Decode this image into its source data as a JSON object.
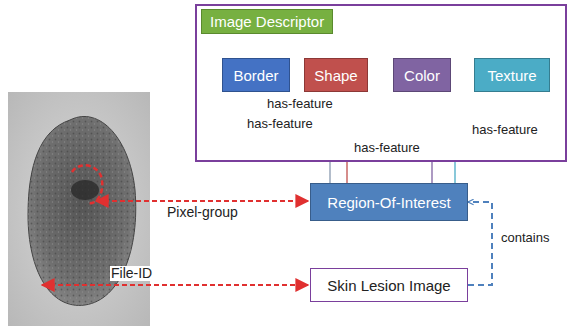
{
  "diagram": {
    "nodes": [
      {
        "text": [
          "Image Descriptor"
        ]
      },
      {
        "text": [
          "Border"
        ],
        "in": 0
      },
      {
        "text": [
          "Shape"
        ],
        "in": 0
      },
      {
        "text": [
          "Color"
        ],
        "in": 0
      },
      {
        "text": [
          "Texture"
        ],
        "in": 0
      },
      {
        "text": [
          "Region-Of-Interest"
        ]
      },
      {
        "text": [
          "Skin Lesion Image"
        ]
      }
    ],
    "edges": [
      {
        "from": 5,
        "to": 1,
        "label": "has-feature",
        "arrow": "to"
      },
      {
        "from": 5,
        "to": 2,
        "label": "has-feature",
        "arrow": "to"
      },
      {
        "from": 5,
        "to": 3,
        "label": "has-feature",
        "arrow": "to"
      },
      {
        "from": 5,
        "to": 4,
        "label": "has-feature",
        "arrow": "to"
      },
      {
        "from": 6,
        "to": 5,
        "label": "contains",
        "arrow": "to"
      }
    ],
    "labels": [
      "Pixel-group",
      "File-ID"
    ]
  }
}
